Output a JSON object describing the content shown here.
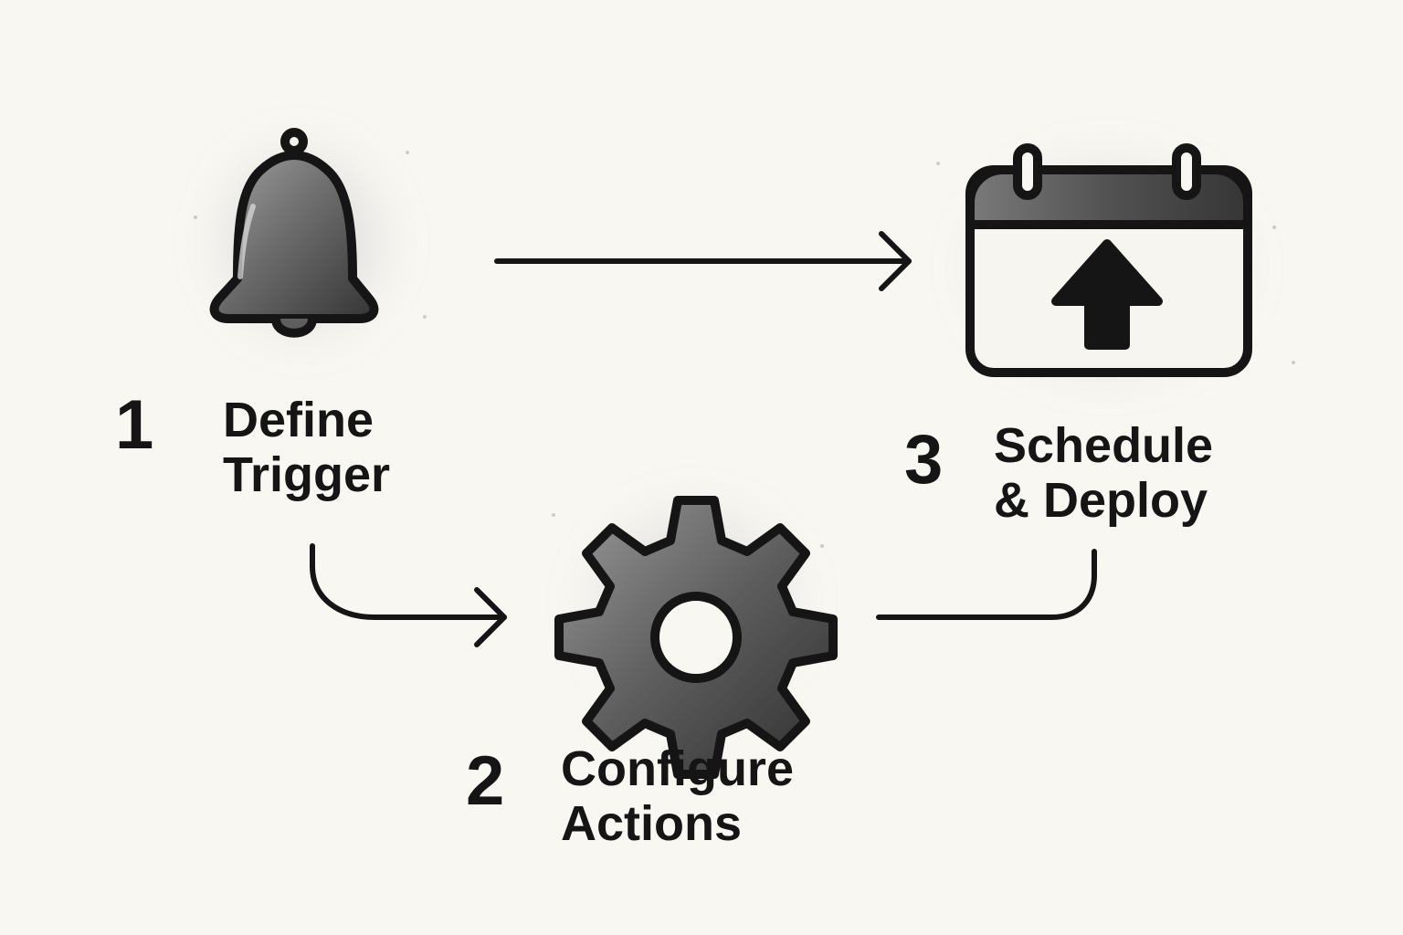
{
  "colors": {
    "background": "#f8f7f2",
    "ink": "#151515",
    "wash": "#6f6f6f"
  },
  "steps": [
    {
      "number": "1",
      "label_line1": "Define",
      "label_line2": "Trigger",
      "icon": "bell-icon"
    },
    {
      "number": "2",
      "label_line1": "Configure",
      "label_line2": "Actions",
      "icon": "gear-icon"
    },
    {
      "number": "3",
      "label_line1": "Schedule",
      "label_line2": "& Deploy",
      "icon": "calendar-upload-icon"
    }
  ]
}
